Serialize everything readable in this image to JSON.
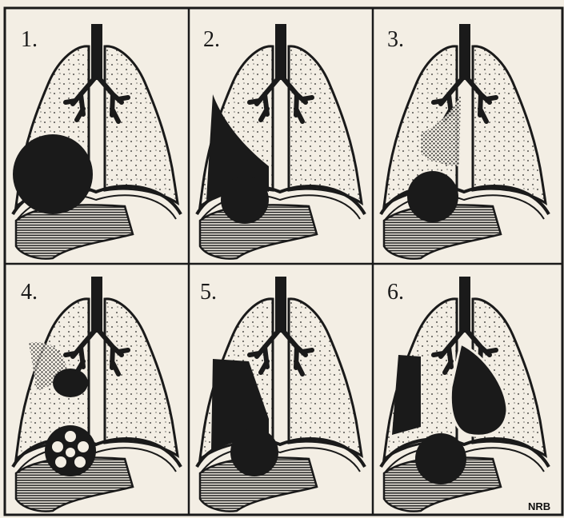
{
  "figure": {
    "panels": [
      {
        "label": "1."
      },
      {
        "label": "2."
      },
      {
        "label": "3."
      },
      {
        "label": "4."
      },
      {
        "label": "5."
      },
      {
        "label": "6."
      }
    ],
    "signature": "NRB"
  },
  "colors": {
    "paper": "#f3eee4",
    "ink": "#1a1a1a"
  }
}
